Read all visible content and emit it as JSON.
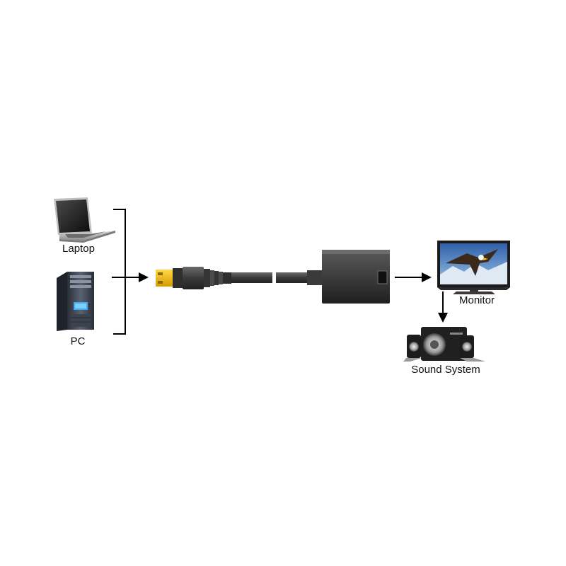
{
  "labels": {
    "laptop": "Laptop",
    "pc": "PC",
    "monitor": "Monitor",
    "sound_system": "Sound System"
  },
  "icons": {
    "laptop": "laptop-icon",
    "pc": "pc-tower-icon",
    "usb_plug": "usb-plug-icon",
    "adapter": "usb-adapter-box-icon",
    "monitor": "monitor-icon",
    "speakers": "speaker-system-icon"
  },
  "colors": {
    "background": "#ffffff",
    "line": "#000000",
    "usb_gold": "#f2b600",
    "cable": "#4a4a4a",
    "device_dark": "#2b2b2b",
    "screen_blue": "#3a7fc7"
  }
}
